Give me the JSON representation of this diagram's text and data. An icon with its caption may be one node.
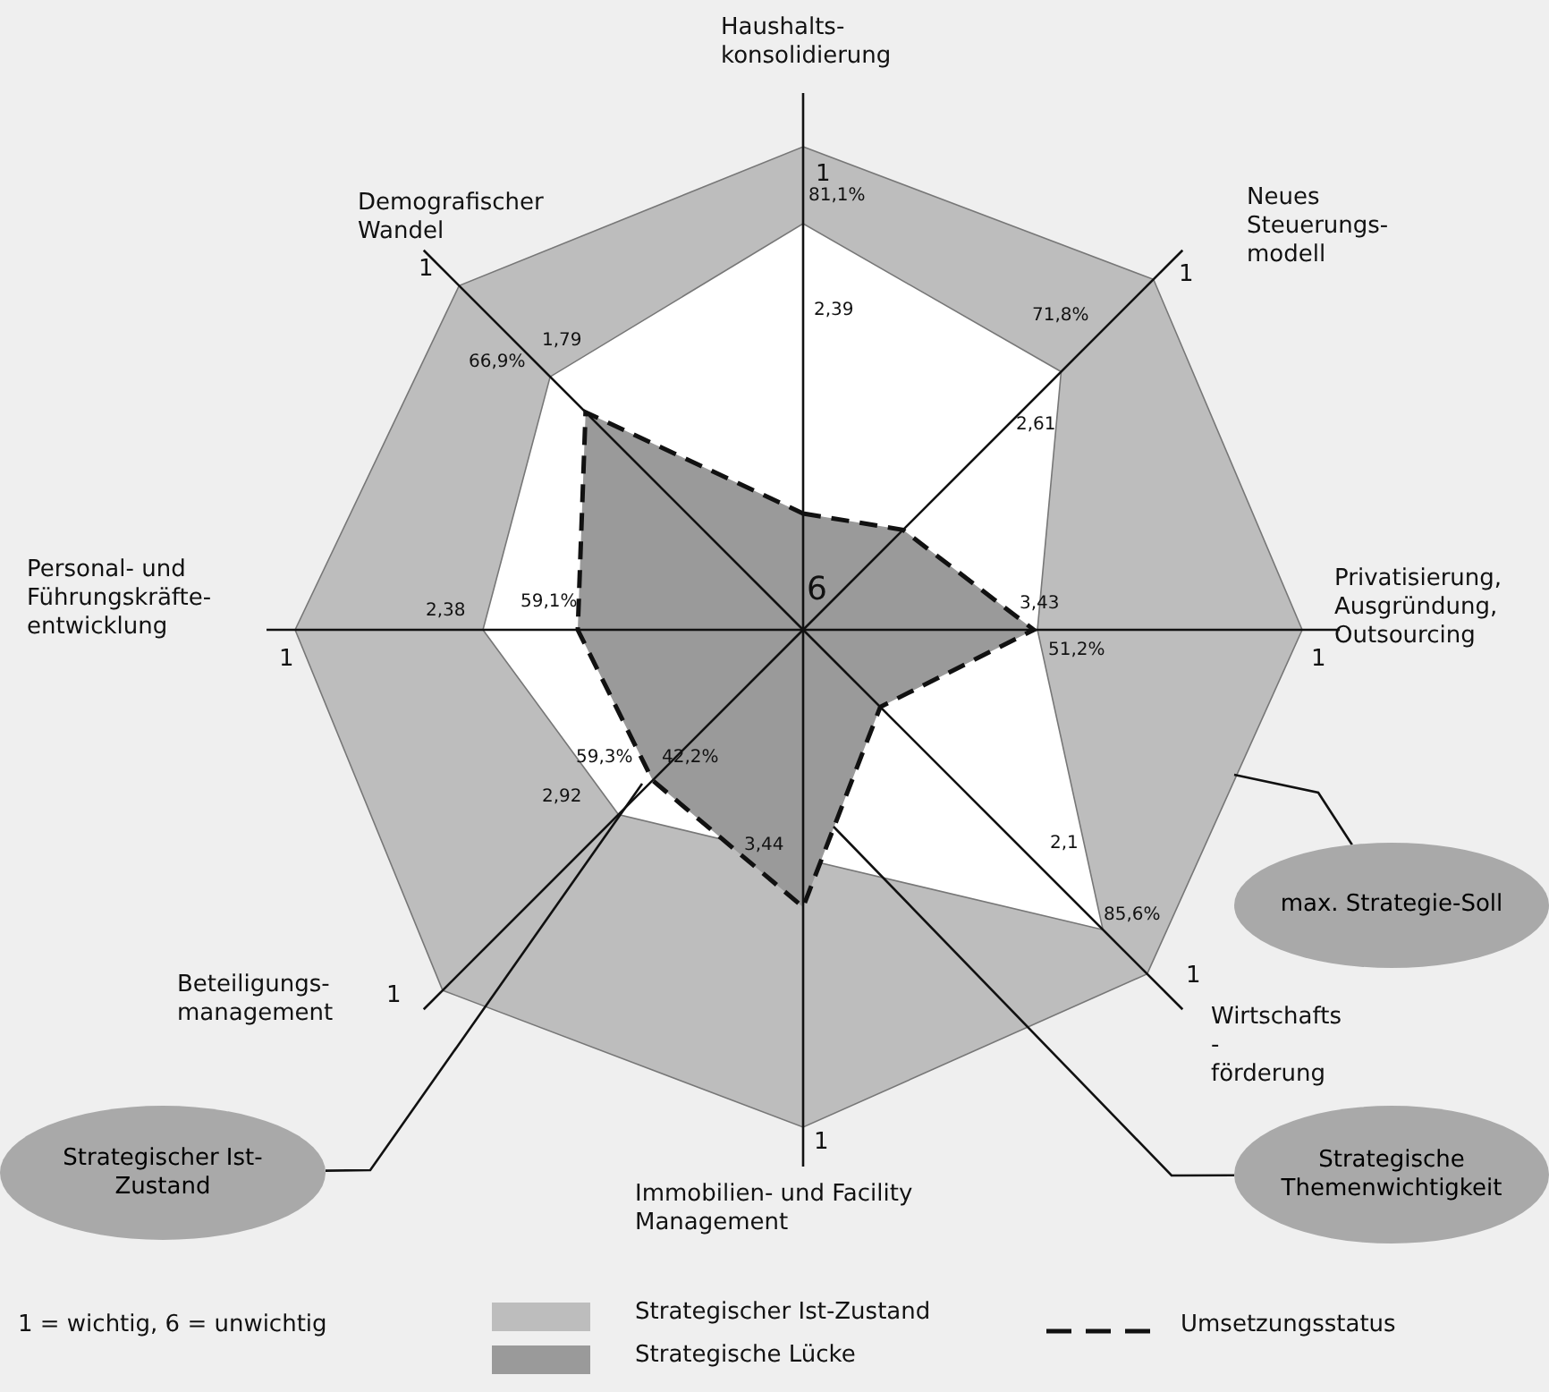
{
  "diagram": {
    "nodes": [
      {
        "text": [
          "max. Strategie-Soll"
        ]
      },
      {
        "text": [
          "Strategischer Ist-Zustand"
        ]
      },
      {
        "text": [
          "Strategische Themenwichtigkeit"
        ]
      }
    ],
    "edges": [
      {
        "from": 0,
        "to": null,
        "arrow": "none"
      },
      {
        "from": 1,
        "to": null,
        "arrow": "none"
      },
      {
        "from": 2,
        "to": null,
        "arrow": "none"
      }
    ],
    "labels": [
      "Haushalts- konsolidierung",
      "1",
      "81,1%",
      "Demografischer Wandel",
      "Neues Steuerungs- modell",
      "1",
      "1",
      "2,39",
      "71,8%",
      "1,79",
      "66,9%",
      "2,61",
      "Personal- und Führungskräfte- entwicklung",
      "2,38",
      "59,1%",
      "6",
      "3,43",
      "Privatisierung, Ausgründung, Outsourcing",
      "51,2%",
      "1",
      "1",
      "59,3%",
      "42,2%",
      "2,92",
      "3,44",
      "2,1",
      "85,6%",
      "Beteiligungs- management",
      "1",
      "1",
      "Wirtschafts - förderung",
      "1",
      "Immobilien- und Facility Management",
      "1 = wichtig, 6 = unwichtig"
    ],
    "legend": [
      {
        "text": "Strategischer Ist-Zustand",
        "color": "#bdbdbd"
      },
      {
        "text": "Strategische Lücke",
        "color": "#9a9a9a"
      },
      {
        "text": "Umsetzungsstatus"
      }
    ]
  }
}
